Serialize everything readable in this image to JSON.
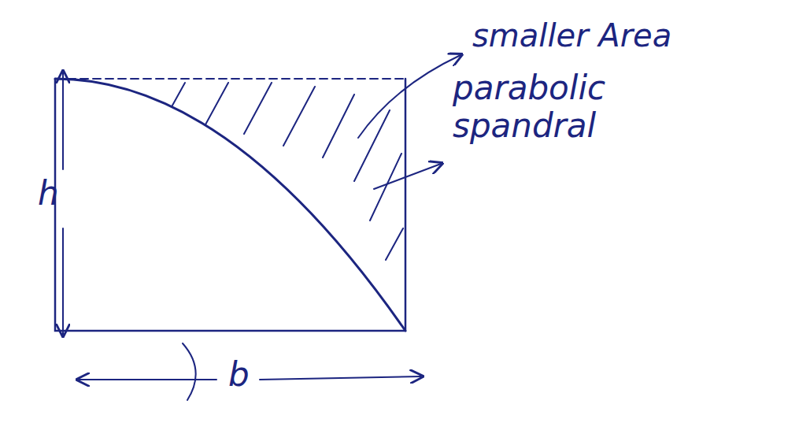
{
  "diagram": {
    "labels": [
      "smaller Area",
      "parabolic spandral",
      "h",
      "b"
    ]
  }
}
